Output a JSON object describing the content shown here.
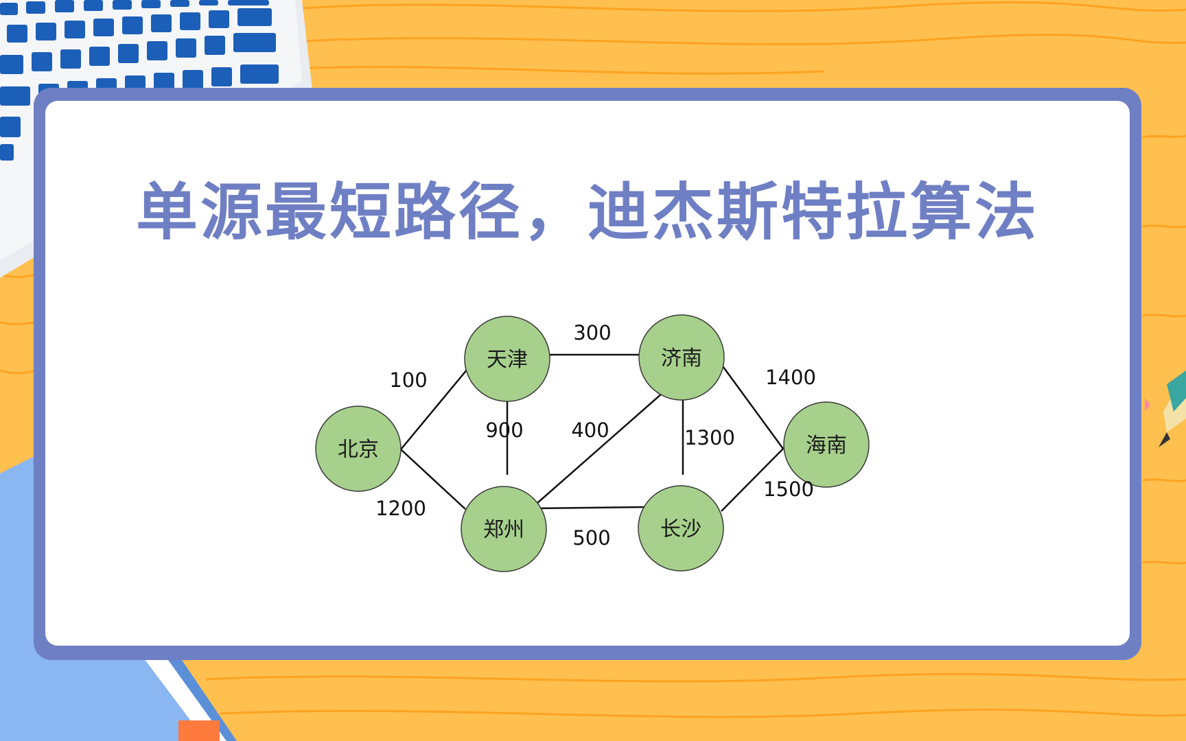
{
  "title": "单源最短路径，迪杰斯特拉算法",
  "colors": {
    "background": "#ffc04f",
    "frame": "#6f7fc4",
    "card": "#ffffff",
    "title": "#6f7fc4",
    "node_fill": "#a7d08c",
    "keyboard_key": "#1c5fb8"
  },
  "graph": {
    "nodes": [
      {
        "id": "beijing",
        "label": "北京"
      },
      {
        "id": "tianjin",
        "label": "天津"
      },
      {
        "id": "zhengzhou",
        "label": "郑州"
      },
      {
        "id": "jinan",
        "label": "济南"
      },
      {
        "id": "changsha",
        "label": "长沙"
      },
      {
        "id": "hainan",
        "label": "海南"
      }
    ],
    "edges": [
      {
        "from": "beijing",
        "to": "tianjin",
        "weight": "100"
      },
      {
        "from": "beijing",
        "to": "zhengzhou",
        "weight": "1200"
      },
      {
        "from": "tianjin",
        "to": "jinan",
        "weight": "300"
      },
      {
        "from": "tianjin",
        "to": "zhengzhou",
        "weight": "900"
      },
      {
        "from": "zhengzhou",
        "to": "jinan",
        "weight": "400"
      },
      {
        "from": "zhengzhou",
        "to": "changsha",
        "weight": "500"
      },
      {
        "from": "jinan",
        "to": "changsha",
        "weight": "1300"
      },
      {
        "from": "jinan",
        "to": "hainan",
        "weight": "1400"
      },
      {
        "from": "changsha",
        "to": "hainan",
        "weight": "1500"
      }
    ]
  }
}
